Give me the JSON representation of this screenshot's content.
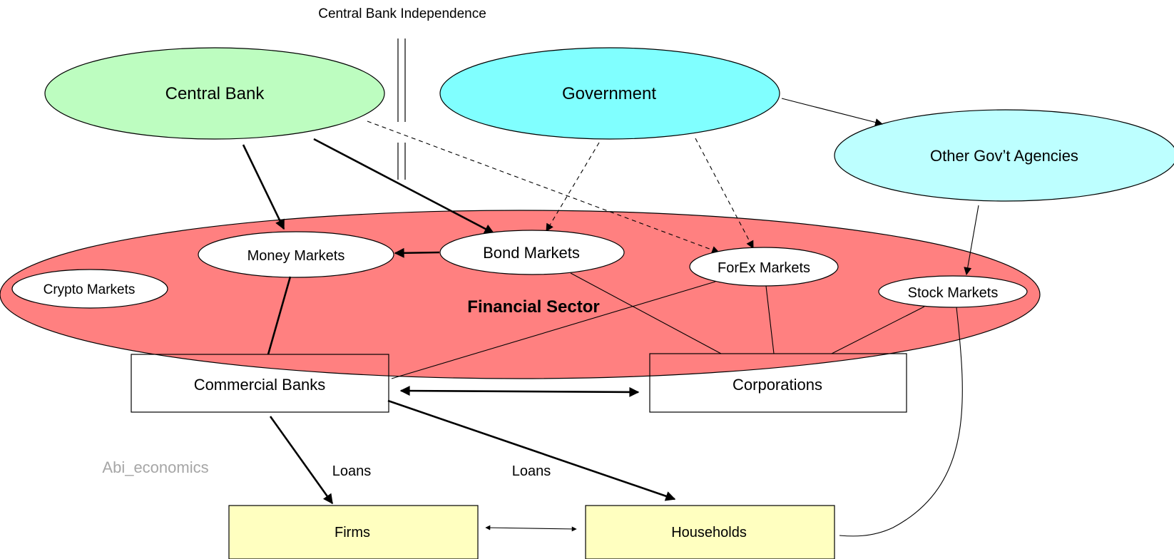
{
  "diagram": {
    "title": "Central Bank Independence",
    "watermark": "Abi_economics",
    "colors": {
      "central_bank": "#bdfdc0",
      "government": "#80ffff",
      "other_agencies": "#bdffff",
      "financial_sector": "#ff8080",
      "market": "#ffffff",
      "real_economy": "#ffffc0"
    },
    "nodes": {
      "central_bank": "Central Bank",
      "government": "Government",
      "other_agencies": "Other Gov’t Agencies",
      "financial_sector": "Financial Sector",
      "money_markets": "Money Markets",
      "bond_markets": "Bond Markets",
      "forex_markets": "ForEx Markets",
      "stock_markets": "Stock Markets",
      "crypto_markets": "Crypto Markets",
      "commercial_banks": "Commercial Banks",
      "corporations": "Corporations",
      "firms": "Firms",
      "households": "Households"
    },
    "edge_labels": {
      "loans_firms": "Loans",
      "loans_households": "Loans"
    },
    "edges": [
      {
        "from": "central_bank",
        "to": "money_markets",
        "style": "thick-arrow"
      },
      {
        "from": "central_bank",
        "to": "bond_markets",
        "style": "thick-arrow"
      },
      {
        "from": "central_bank",
        "to": "forex_markets",
        "style": "dashed-arrow"
      },
      {
        "from": "government",
        "to": "bond_markets",
        "style": "dashed-arrow"
      },
      {
        "from": "government",
        "to": "forex_markets",
        "style": "dashed-arrow"
      },
      {
        "from": "government",
        "to": "other_agencies",
        "style": "arrow"
      },
      {
        "from": "other_agencies",
        "to": "stock_markets",
        "style": "arrow"
      },
      {
        "from": "bond_markets",
        "to": "money_markets",
        "style": "thick-arrow"
      },
      {
        "from": "money_markets",
        "to": "commercial_banks",
        "style": "thick-line"
      },
      {
        "from": "forex_markets",
        "to": "commercial_banks",
        "style": "line"
      },
      {
        "from": "bond_markets",
        "to": "corporations",
        "style": "line"
      },
      {
        "from": "forex_markets",
        "to": "corporations",
        "style": "line"
      },
      {
        "from": "stock_markets",
        "to": "corporations",
        "style": "line"
      },
      {
        "from": "stock_markets",
        "to": "households",
        "style": "curve"
      },
      {
        "from": "commercial_banks",
        "to": "corporations",
        "style": "thick-double-arrow"
      },
      {
        "from": "commercial_banks",
        "to": "firms",
        "style": "thick-arrow",
        "label": "Loans"
      },
      {
        "from": "commercial_banks",
        "to": "households",
        "style": "thick-arrow",
        "label": "Loans"
      },
      {
        "from": "firms",
        "to": "households",
        "style": "double-arrow"
      }
    ]
  }
}
